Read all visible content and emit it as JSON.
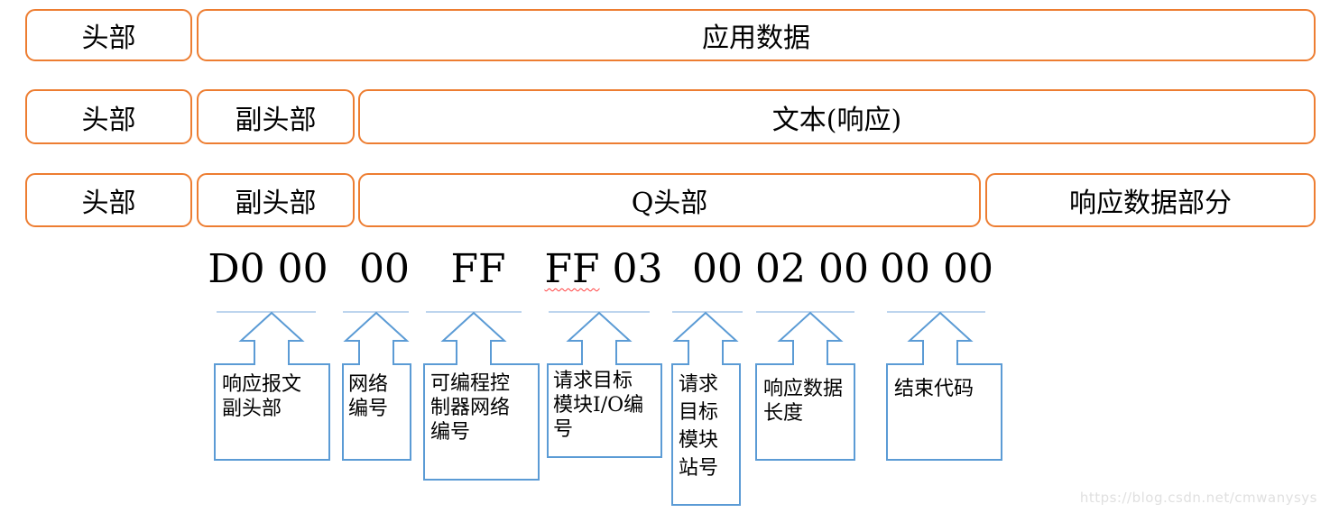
{
  "frame_rows": [
    {
      "cells": [
        {
          "label": "头部"
        },
        {
          "label": "应用数据"
        }
      ]
    },
    {
      "cells": [
        {
          "label": "头部"
        },
        {
          "label": "副头部"
        },
        {
          "label": "文本(响应)"
        }
      ]
    },
    {
      "cells": [
        {
          "label": "头部"
        },
        {
          "label": "副头部"
        },
        {
          "label": "Q头部"
        },
        {
          "label": "响应数据部分"
        }
      ]
    }
  ],
  "hex": {
    "groups": [
      {
        "text": "D0 00"
      },
      {
        "text": "00"
      },
      {
        "text": "FF"
      },
      {
        "wavy": "FF",
        "rest": " 03"
      },
      {
        "text": "00"
      },
      {
        "text": "02 00"
      },
      {
        "text": "00 00"
      }
    ]
  },
  "callouts": [
    {
      "label": "响应报文副头部",
      "points_to": "D0 00",
      "lines": [
        "响应报文",
        "副头部"
      ]
    },
    {
      "label": "网络编号",
      "points_to": "00",
      "lines": [
        "网络",
        "编号"
      ]
    },
    {
      "label": "可编程控制器网络编号",
      "points_to": "FF",
      "lines": [
        "可编程控",
        "制器网络",
        "编号"
      ]
    },
    {
      "label": "请求目标模块I/O编号",
      "points_to": "FF 03",
      "lines": [
        "请求目标",
        "模块I/O编",
        "号"
      ]
    },
    {
      "label": "请求目标模块站号",
      "points_to": "00",
      "lines": [
        "请求",
        "目标",
        "模块",
        "站号"
      ]
    },
    {
      "label": "响应数据长度",
      "points_to": "02 00",
      "lines": [
        "响应数据",
        "长度"
      ]
    },
    {
      "label": "结束代码",
      "points_to": "00 00",
      "lines": [
        "结束代码"
      ]
    }
  ],
  "watermark": {
    "text": "https://blog.csdn.net/cmwanysys"
  },
  "colors": {
    "frame_border_orange": "#ED7D31",
    "callout_border_blue": "#5B9BD5",
    "pointer_line_blue": "#A8C7E8",
    "spellcheck_wavy_red": "#FF4040",
    "watermark_gray": "#E0E0E0"
  }
}
